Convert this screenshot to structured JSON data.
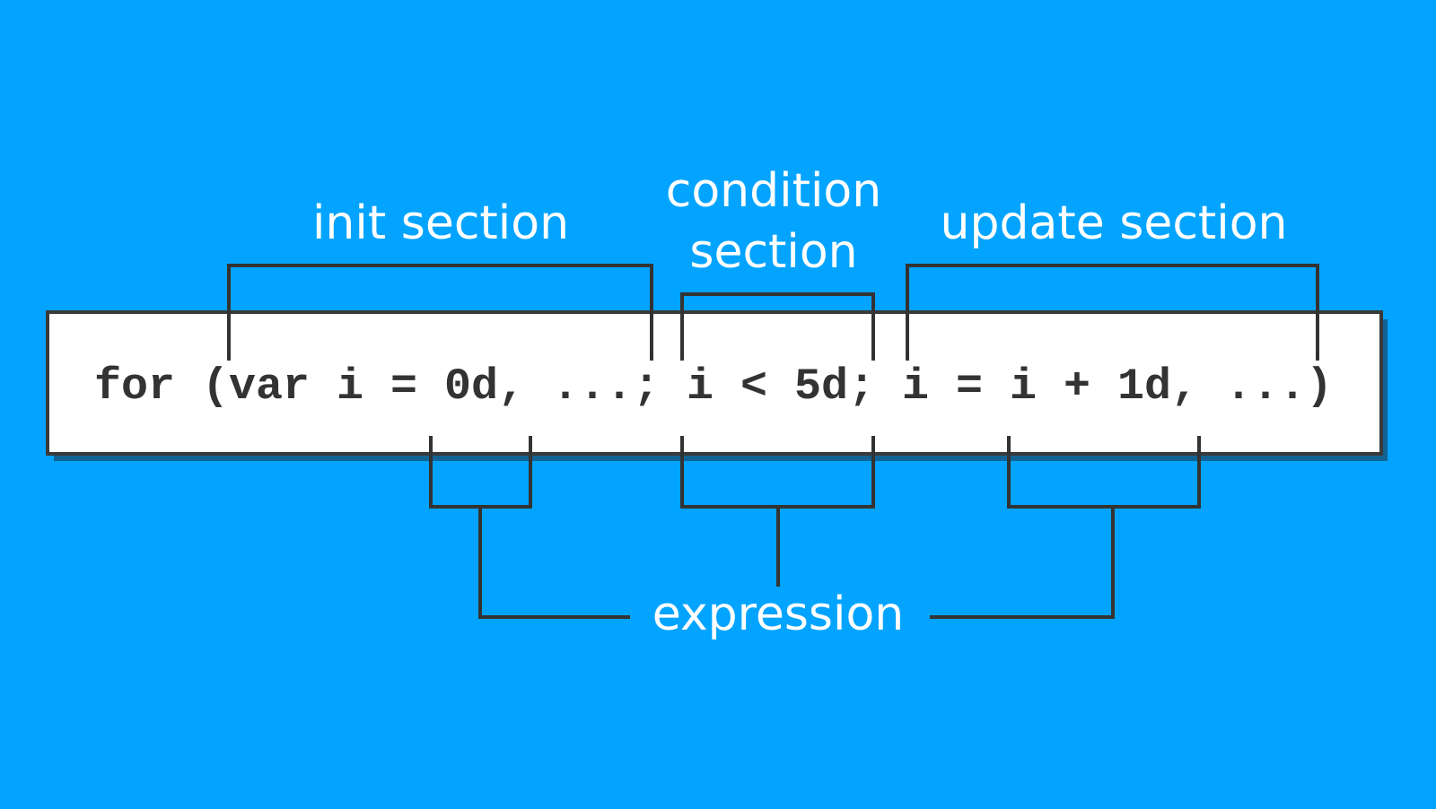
{
  "colors": {
    "background": "#03a4ff",
    "code_box_fill": "#ffffff",
    "code_text": "#333333",
    "bracket_lines": "#333333",
    "label_text": "#ffffff"
  },
  "code_line": "for (var i = 0d, ...; i < 5d; i = i + 1d, ...)",
  "labels": {
    "init_section": "init section",
    "condition_section_line1": "condition",
    "condition_section_line2": "section",
    "update_section": "update section",
    "expression": "expression"
  }
}
